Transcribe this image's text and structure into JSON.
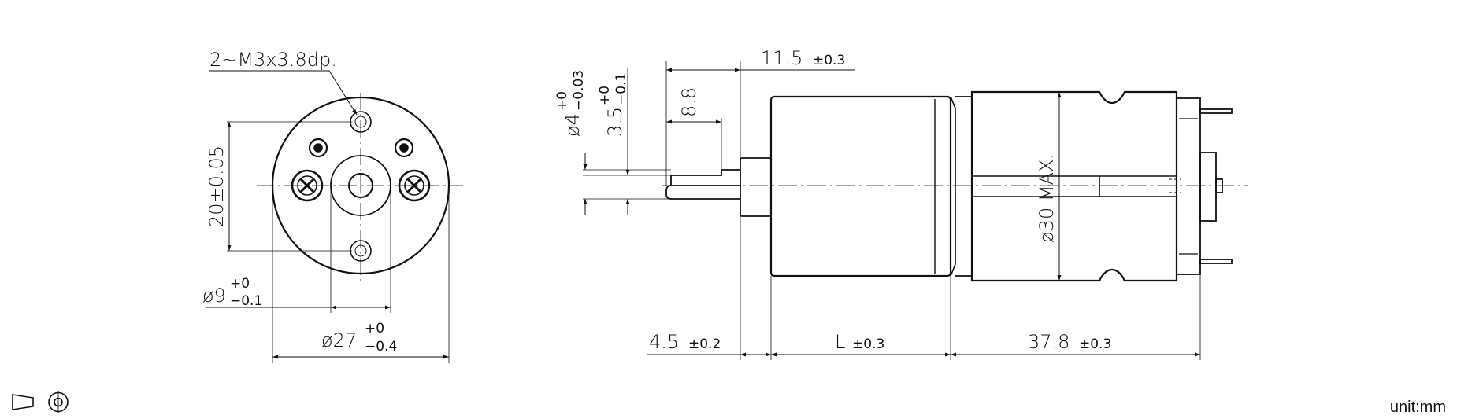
{
  "front_view": {
    "hole_note": "2~M3x3.8dp.",
    "hole_spacing": {
      "base": "20",
      "tol": "±0.05"
    },
    "bore_dia": {
      "sym": "ø9",
      "upper": "+0",
      "lower": "−0.1"
    },
    "body_dia": {
      "sym": "ø27",
      "upper": "+0",
      "lower": "−0.4"
    }
  },
  "side_view": {
    "shaft_dia": {
      "sym": "ø4",
      "upper": "+0",
      "lower": "−0.03"
    },
    "flat_dim": {
      "base": "3.5",
      "upper": "+0",
      "lower": "−0.1"
    },
    "shaft_length": {
      "base": "11.5",
      "tol": "±0.3"
    },
    "flat_length": "8.8",
    "boss_length": {
      "base": "4.5",
      "tol": "±0.2"
    },
    "motor_length": {
      "base": "L",
      "tol": "±0.3"
    },
    "gearbox_length": {
      "base": "37.8",
      "tol": "±0.3"
    },
    "gearbox_dia": "ø30 MAX."
  },
  "projection_symbol": "first-angle-projection-icon",
  "unit_label": "unit:mm",
  "colors": {
    "line": "#111111",
    "background": "#ffffff"
  }
}
